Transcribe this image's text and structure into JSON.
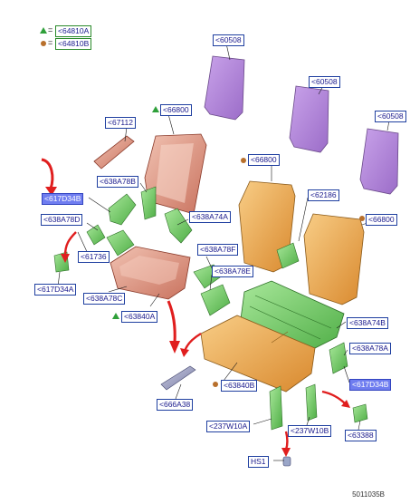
{
  "legend": [
    {
      "symbol": "triangle",
      "color": "#2fa03a",
      "equals": "=",
      "label": "<64810A"
    },
    {
      "symbol": "circle",
      "color": "#b8702c",
      "equals": "=",
      "label": "<64810B"
    }
  ],
  "callouts": {
    "c60508_a": "<60508",
    "c60508_b": "<60508",
    "c60508_c": "<60508",
    "c67112": "<67112",
    "c66800_a": "<66800",
    "c66800_b": "<66800",
    "c66800_c": "<66800",
    "c62186": "<62186",
    "c638A78B": "<638A78B",
    "c617D34B_hl": "<617D34B",
    "c638A78D": "<638A78D",
    "c61736": "<61736",
    "c638A74A": "<638A74A",
    "c638A78F": "<638A78F",
    "c638A78E": "<638A78E",
    "c617D34A": "<617D34A",
    "c638A78C": "<638A78C",
    "c63840A": "<63840A",
    "c638A74B": "<638A74B",
    "c638A78A": "<638A78A",
    "c617D34B": "<617D34B",
    "c63840B": "<63840B",
    "c666A38": "<666A38",
    "c237W10A": "<237W10A",
    "c237W10B": "<237W10B",
    "c63388": "<63388",
    "cHS1": "HS1"
  },
  "reference": "5011035B",
  "colors": {
    "label_border": "#1f3fa0",
    "label_text": "#1a1a8c",
    "highlight": "#6f7df0",
    "headrest": "#b58ad9",
    "front_seat": "#e3a08f",
    "rear_seat": "#f0b25e",
    "bracket_green": "#7fd36e",
    "arrow_red": "#e01e1e",
    "triangle_marker": "#2fa03a",
    "circle_marker": "#b8702c"
  }
}
